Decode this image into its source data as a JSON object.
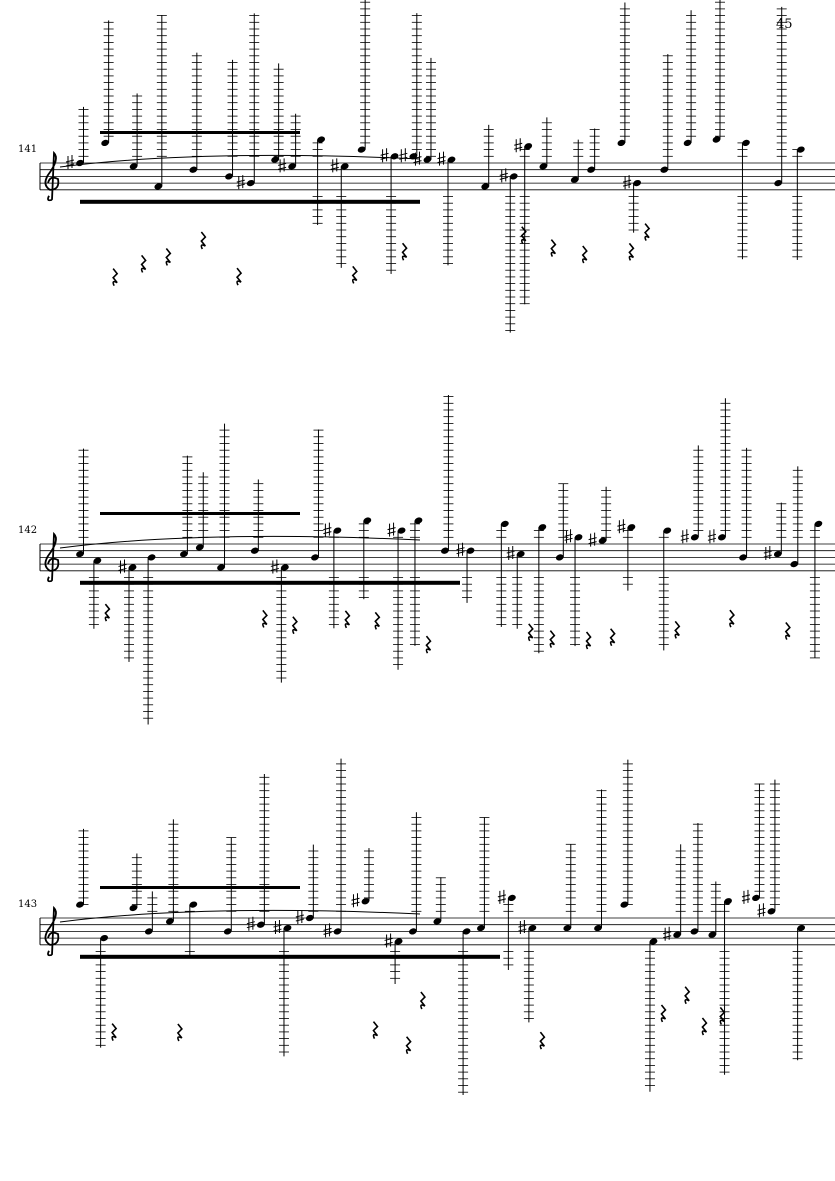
{
  "page": {
    "number": "45"
  },
  "systems": [
    {
      "measure": "141",
      "clef": "treble"
    },
    {
      "measure": "142",
      "clef": "treble"
    },
    {
      "measure": "143",
      "clef": "treble"
    }
  ],
  "colors": {
    "ink": "#000000",
    "paper": "#ffffff"
  }
}
